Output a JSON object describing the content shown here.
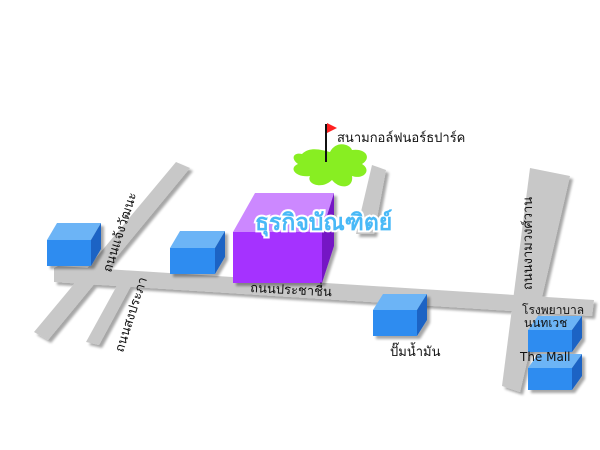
{
  "title": "ธุรกิจบัณฑิตย์",
  "landmarks": {
    "golf": "สนามกอล์ฟนอร์ธปาร์ค",
    "gas_station": "ปั๊มน้ำมัน",
    "hospital_line1": "โรงพยาบาล",
    "hospital_line2": "นนทเวช",
    "mall": "The Mall"
  },
  "roads": {
    "chaeng_watthana": "ถนนแจ้งวัฒนะ",
    "songprapha": "ถนนสงประภา",
    "pracha_chuen": "ถนนประชาชื่น",
    "ngam_wong_wan": "ถนนงามวงศ์วาน"
  },
  "colors": {
    "road": "#c8c8c8",
    "building_top": "#6cb4f6",
    "building_front": "#2f8cf0",
    "building_side": "#1a64c4",
    "university_top": "#cc88ff",
    "university_front": "#a533ff",
    "university_side": "#7415c4",
    "golf_green": "#88ee22",
    "flag": "#ff2020",
    "title": "#49b9f7"
  }
}
